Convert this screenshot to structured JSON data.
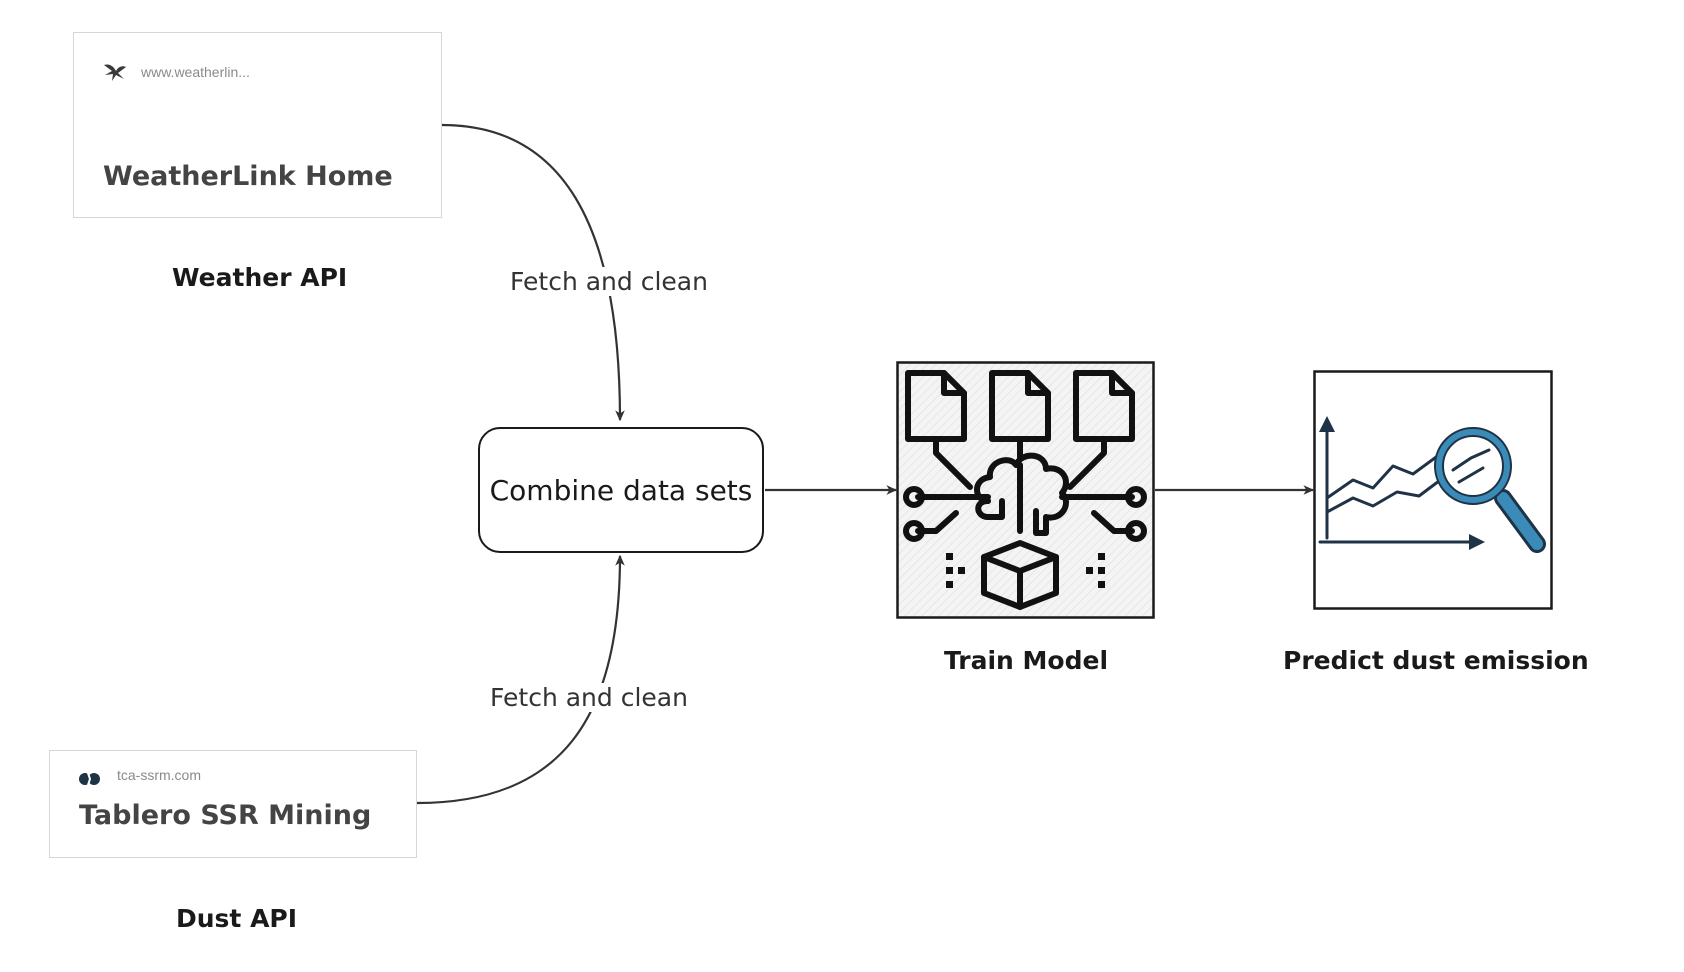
{
  "weather_card": {
    "url": "www.weatherlin...",
    "title": "WeatherLink Home",
    "icon": "weatherlink-favicon-icon"
  },
  "weather_caption": "Weather API",
  "dust_card": {
    "url": "tca-ssrm.com",
    "title": "Tablero SSR Mining",
    "icon": "tca-ssrm-favicon-icon"
  },
  "dust_caption": "Dust API",
  "edges": {
    "weather_fetch_label": "Fetch and clean",
    "dust_fetch_label": "Fetch and clean"
  },
  "combine": {
    "label": "Combine data sets"
  },
  "train": {
    "caption": "Train Model",
    "icon": "machine-learning-icon"
  },
  "predict": {
    "caption": "Predict dust emission",
    "icon": "chart-analysis-icon"
  },
  "colors": {
    "line": "#333333",
    "card_border": "#d6d6d6",
    "magnifier_blue": "#3b8bb8",
    "chart_navy": "#1f3347"
  }
}
